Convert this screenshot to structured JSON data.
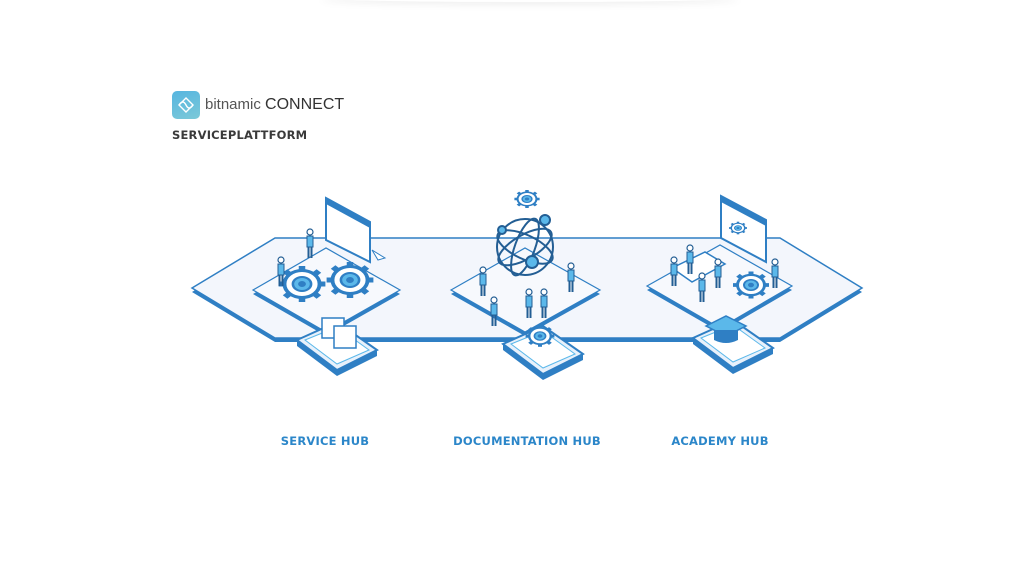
{
  "brand": {
    "name_part1": "bitnamic",
    "name_part2": "CONNECT",
    "subtitle": "SERVICEPLATTFORM"
  },
  "colors": {
    "accent": "#2b86c9",
    "platform": "#f3f6fc",
    "stroke": "#2f7fc4",
    "light_blue": "#5bb8ea"
  },
  "hubs": [
    {
      "label": "SERVICE HUB"
    },
    {
      "label": "DOCUMENTATION HUB"
    },
    {
      "label": "ACADEMY HUB"
    }
  ]
}
